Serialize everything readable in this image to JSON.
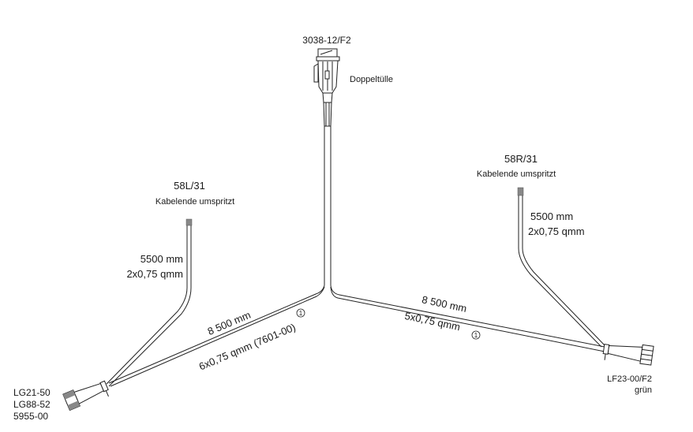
{
  "top_connector": {
    "part": "3038-12/F2",
    "note": "Doppeltülle"
  },
  "left_branch": {
    "name": "58L/31",
    "end_note": "Kabelende umspritzt",
    "length": "5500 mm",
    "cable": "2x0,75 qmm"
  },
  "right_branch": {
    "name": "58R/31",
    "end_note": "Kabelende umspritzt",
    "length": "5500 mm",
    "cable": "2x0,75 qmm"
  },
  "left_main": {
    "length": "8 500 mm",
    "cable": "6x0,75 qmm (7601-00)",
    "marker": "1"
  },
  "right_main": {
    "length": "8 500 mm",
    "cable": "5x0,75 qmm",
    "marker": "1"
  },
  "left_connector": {
    "parts": [
      "LG21-50",
      "LG88-52",
      "5955-00"
    ]
  },
  "right_connector": {
    "part": "LF23-00/F2",
    "color": "grün"
  }
}
